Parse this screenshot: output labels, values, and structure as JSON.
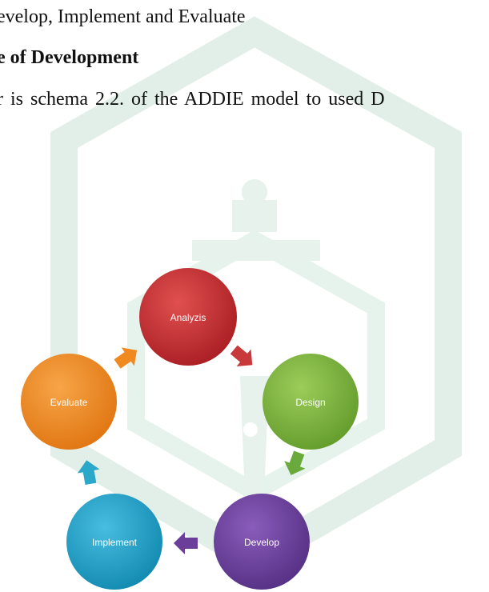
{
  "text": {
    "line1": "evelop, Implement and Evaluate",
    "line2": "e of Development",
    "line3": "r is schema 2.2. of the ADDIE model to used D"
  },
  "diagram": {
    "steps": [
      {
        "label": "Analyzis",
        "color": "#c0282d"
      },
      {
        "label": "Design",
        "color": "#7bb53a"
      },
      {
        "label": "Develop",
        "color": "#6a3e99"
      },
      {
        "label": "Implement",
        "color": "#1aa0c8"
      },
      {
        "label": "Evaluate",
        "color": "#f08a1f"
      }
    ],
    "arrows": [
      {
        "color": "#c8393c"
      },
      {
        "color": "#6aaa3c"
      },
      {
        "color": "#6a3e99"
      },
      {
        "color": "#2aa7c9"
      },
      {
        "color": "#f08a1f"
      }
    ]
  },
  "watermark": {
    "color": "#e4f0ea"
  }
}
